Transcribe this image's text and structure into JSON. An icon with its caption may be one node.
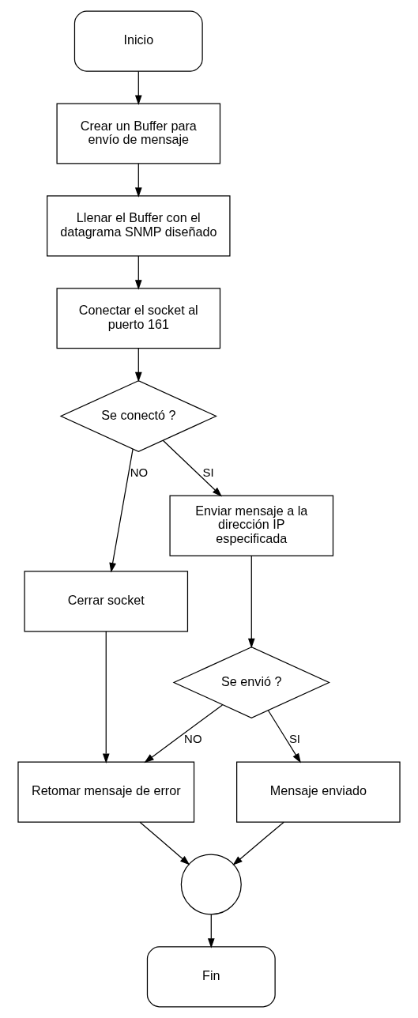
{
  "diagram": {
    "nodes": [
      {
        "text": [
          "Inicio"
        ]
      },
      {
        "text": [
          "Crear un Buffer para envío de mensaje"
        ]
      },
      {
        "text": [
          "Llenar el Buffer con el datagrama SNMP diseñado"
        ]
      },
      {
        "text": [
          "Conectar el socket al puerto 161"
        ]
      },
      {
        "text": [
          "Se conectó ?"
        ]
      },
      {
        "text": [
          "Cerrar socket"
        ]
      },
      {
        "text": [
          "Enviar mensaje a la dirección IP especificada"
        ]
      },
      {
        "text": [
          "Retomar mensaje de error"
        ]
      },
      {
        "text": [
          "Se envió ?"
        ]
      },
      {
        "text": [
          "Mensaje enviado"
        ]
      },
      {
        "text": [],
        "shape": "circle"
      },
      {
        "text": [
          "Fin"
        ]
      }
    ],
    "edges": [
      {
        "from": 0,
        "to": 1,
        "arrow": "to"
      },
      {
        "from": 1,
        "to": 2,
        "arrow": "to"
      },
      {
        "from": 2,
        "to": 3,
        "arrow": "to"
      },
      {
        "from": 3,
        "to": 4,
        "arrow": "to"
      },
      {
        "from": 4,
        "to": 5,
        "arrow": "to",
        "label": "NO"
      },
      {
        "from": 4,
        "to": 6,
        "arrow": "to",
        "label": "SI"
      },
      {
        "from": 5,
        "to": 7,
        "arrow": "to"
      },
      {
        "from": 6,
        "to": 8,
        "arrow": "to"
      },
      {
        "from": 8,
        "to": 7,
        "arrow": "to",
        "label": "NO"
      },
      {
        "from": 8,
        "to": 9,
        "arrow": "to",
        "label": "SI"
      },
      {
        "from": 9,
        "to": 10,
        "arrow": "to"
      },
      {
        "from": 7,
        "to": 10,
        "arrow": "to"
      },
      {
        "from": 10,
        "to": 11,
        "arrow": "to"
      }
    ]
  }
}
